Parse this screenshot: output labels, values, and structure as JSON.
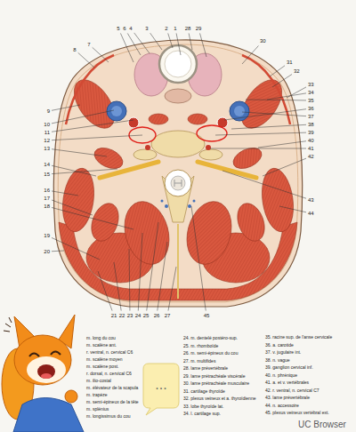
{
  "diagram": {
    "nodes": [
      {
        "text": [
          "..."
        ]
      }
    ],
    "labels": [
      "5",
      "6",
      "4",
      "3",
      "2",
      "1",
      "28",
      "29",
      "30",
      "31",
      "32",
      "33",
      "34",
      "35",
      "36",
      "37",
      "38",
      "39",
      "40",
      "41",
      "42",
      "43",
      "44",
      "8",
      "7",
      "9",
      "10",
      "11",
      "12",
      "13",
      "14",
      "15",
      "16",
      "17",
      "18",
      "19",
      "20",
      "21",
      "22",
      "23",
      "24",
      "25",
      "26",
      "27",
      "45",
      "m. long du cou",
      "m. scalène ant.",
      "r. ventral, n. cervical C6",
      "m. scalène moyen",
      "m. scalène post.",
      "r. dorsal, n. cervical C6",
      "m. ilio-costal",
      "m. élévateur de la scapula",
      "m. trapèze",
      "m. semi-épineux de la tête",
      "m. splénius",
      "m. longissimus du cou",
      "24. m. dentelé postéro-sup.",
      "25. m. rhomboïde",
      "26. m. semi-épineux du cou",
      "27. m. multifides",
      "28. lame prévertébrale",
      "29. lame prétrachéale viscérale",
      "30. lame prétrachéale musculaire",
      "31. cartilage thyroïde",
      "32. plexus veineux et a. thyroïdienne",
      "33. lobe thyroïde lat.",
      "34. l. cartilage sup.",
      "35. racine sup. de l'anse cervicale",
      "36. a. carotide",
      "37. v. jugulaire int.",
      "38. n. vague",
      "39. ganglion cervical inf.",
      "40. n. phrénique",
      "41. a. et v. vertébrales",
      "42. r. ventral, n. cervical C7",
      "43. lame prévertébrale",
      "44. n. accessoire",
      "45. plexus veineux vertébral ext.",
      "UC Browser"
    ]
  }
}
